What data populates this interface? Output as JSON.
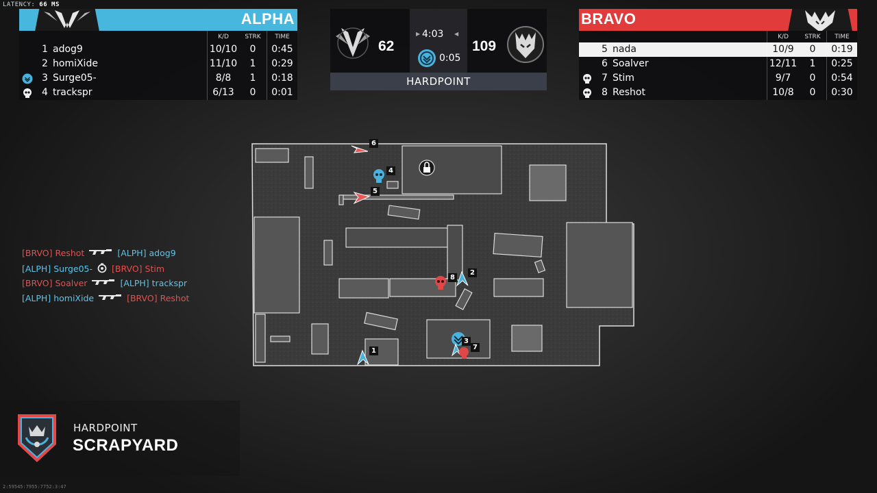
{
  "latency": {
    "label": "LATENCY:",
    "value": "66 MS"
  },
  "alpha": {
    "name": "ALPHA",
    "color": "#48b7dd",
    "headers": {
      "kd": "K/D",
      "streak": "STRK",
      "time": "TIME"
    },
    "players": [
      {
        "num": "1",
        "name": "adog9",
        "kd": "10/10",
        "streak": "0",
        "time": "0:45",
        "status": ""
      },
      {
        "num": "2",
        "name": "homiXide",
        "kd": "11/10",
        "streak": "1",
        "time": "0:29",
        "status": ""
      },
      {
        "num": "3",
        "name": "Surge05-",
        "kd": "8/8",
        "streak": "1",
        "time": "0:18",
        "status": "uav-icon"
      },
      {
        "num": "4",
        "name": "trackspr",
        "kd": "6/13",
        "streak": "0",
        "time": "0:01",
        "status": "skull-icon"
      }
    ]
  },
  "bravo": {
    "name": "BRAVO",
    "color": "#e23b3b",
    "headers": {
      "kd": "K/D",
      "streak": "STRK",
      "time": "TIME"
    },
    "players": [
      {
        "num": "5",
        "name": "nada",
        "kd": "10/9",
        "streak": "0",
        "time": "0:19",
        "status": "",
        "highlight": true
      },
      {
        "num": "6",
        "name": "Soalver",
        "kd": "12/11",
        "streak": "1",
        "time": "0:25",
        "status": ""
      },
      {
        "num": "7",
        "name": "Stim",
        "kd": "9/7",
        "streak": "0",
        "time": "0:54",
        "status": "skull-icon"
      },
      {
        "num": "8",
        "name": "Reshot",
        "kd": "10/8",
        "streak": "0",
        "time": "0:30",
        "status": "skull-icon"
      }
    ]
  },
  "scoreboard": {
    "alpha_score": "62",
    "bravo_score": "109",
    "clock": "4:03",
    "hardpoint_timer": "0:05",
    "mode": "HARDPOINT"
  },
  "map": {
    "lock_icon": "lock-icon",
    "markers": [
      {
        "label": "6",
        "team": "bravo",
        "kind": "player-arrow-icon"
      },
      {
        "label": "4",
        "team": "alpha",
        "kind": "skull-icon"
      },
      {
        "label": "5",
        "team": "bravo",
        "kind": "player-arrow-icon"
      },
      {
        "label": "8",
        "team": "bravo",
        "kind": "skull-icon"
      },
      {
        "label": "2",
        "team": "alpha",
        "kind": "player-arrow-icon"
      },
      {
        "label": "3",
        "team": "alpha",
        "kind": "uav-icon"
      },
      {
        "label": "7",
        "team": "bravo",
        "kind": "skull-icon"
      },
      {
        "label": "1",
        "team": "alpha",
        "kind": "player-arrow-icon"
      }
    ]
  },
  "killfeed": [
    {
      "killer_tag": "[BRVO]",
      "killer": "Reshot",
      "killer_team": "bravo",
      "weapon": "smg-icon",
      "victim_tag": "[ALPH]",
      "victim": "adog9",
      "victim_team": "alpha"
    },
    {
      "killer_tag": "[ALPH]",
      "killer": "Surge05-",
      "killer_team": "alpha",
      "weapon": "grenade-icon",
      "victim_tag": "[BRVO]",
      "victim": "Stim",
      "victim_team": "bravo"
    },
    {
      "killer_tag": "[BRVO]",
      "killer": "Soalver",
      "killer_team": "bravo",
      "weapon": "rifle-icon",
      "victim_tag": "[ALPH]",
      "victim": "trackspr",
      "victim_team": "alpha"
    },
    {
      "killer_tag": "[ALPH]",
      "killer": "homiXide",
      "killer_team": "alpha",
      "weapon": "rifle-icon",
      "victim_tag": "[BRVO]",
      "victim": "Reshot",
      "victim_team": "bravo"
    }
  ],
  "mode_info": {
    "mode": "HARDPOINT",
    "map": "SCRAPYARD"
  },
  "footer_id": "2:59545:7955:7752:3:47"
}
